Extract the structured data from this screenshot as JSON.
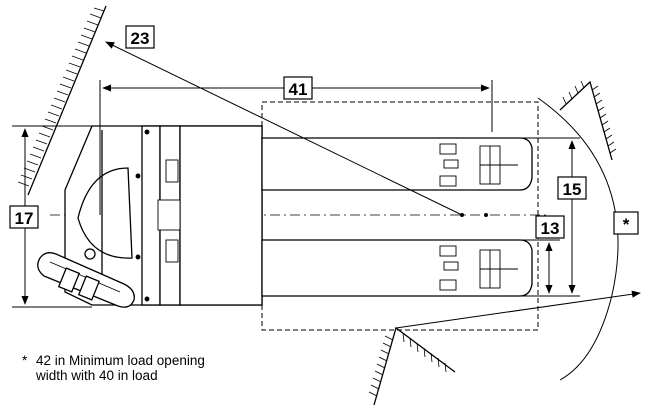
{
  "dimension_labels": {
    "turning_diagonal": "23",
    "overall_length": "41",
    "overall_width": "17",
    "fork_outer_width": "15",
    "fork_inner_width": "13",
    "aisle_marker": "*"
  },
  "footnote": {
    "marker": "*",
    "line1": "42 in Minimum load opening",
    "line2": "width with 40 in load"
  }
}
